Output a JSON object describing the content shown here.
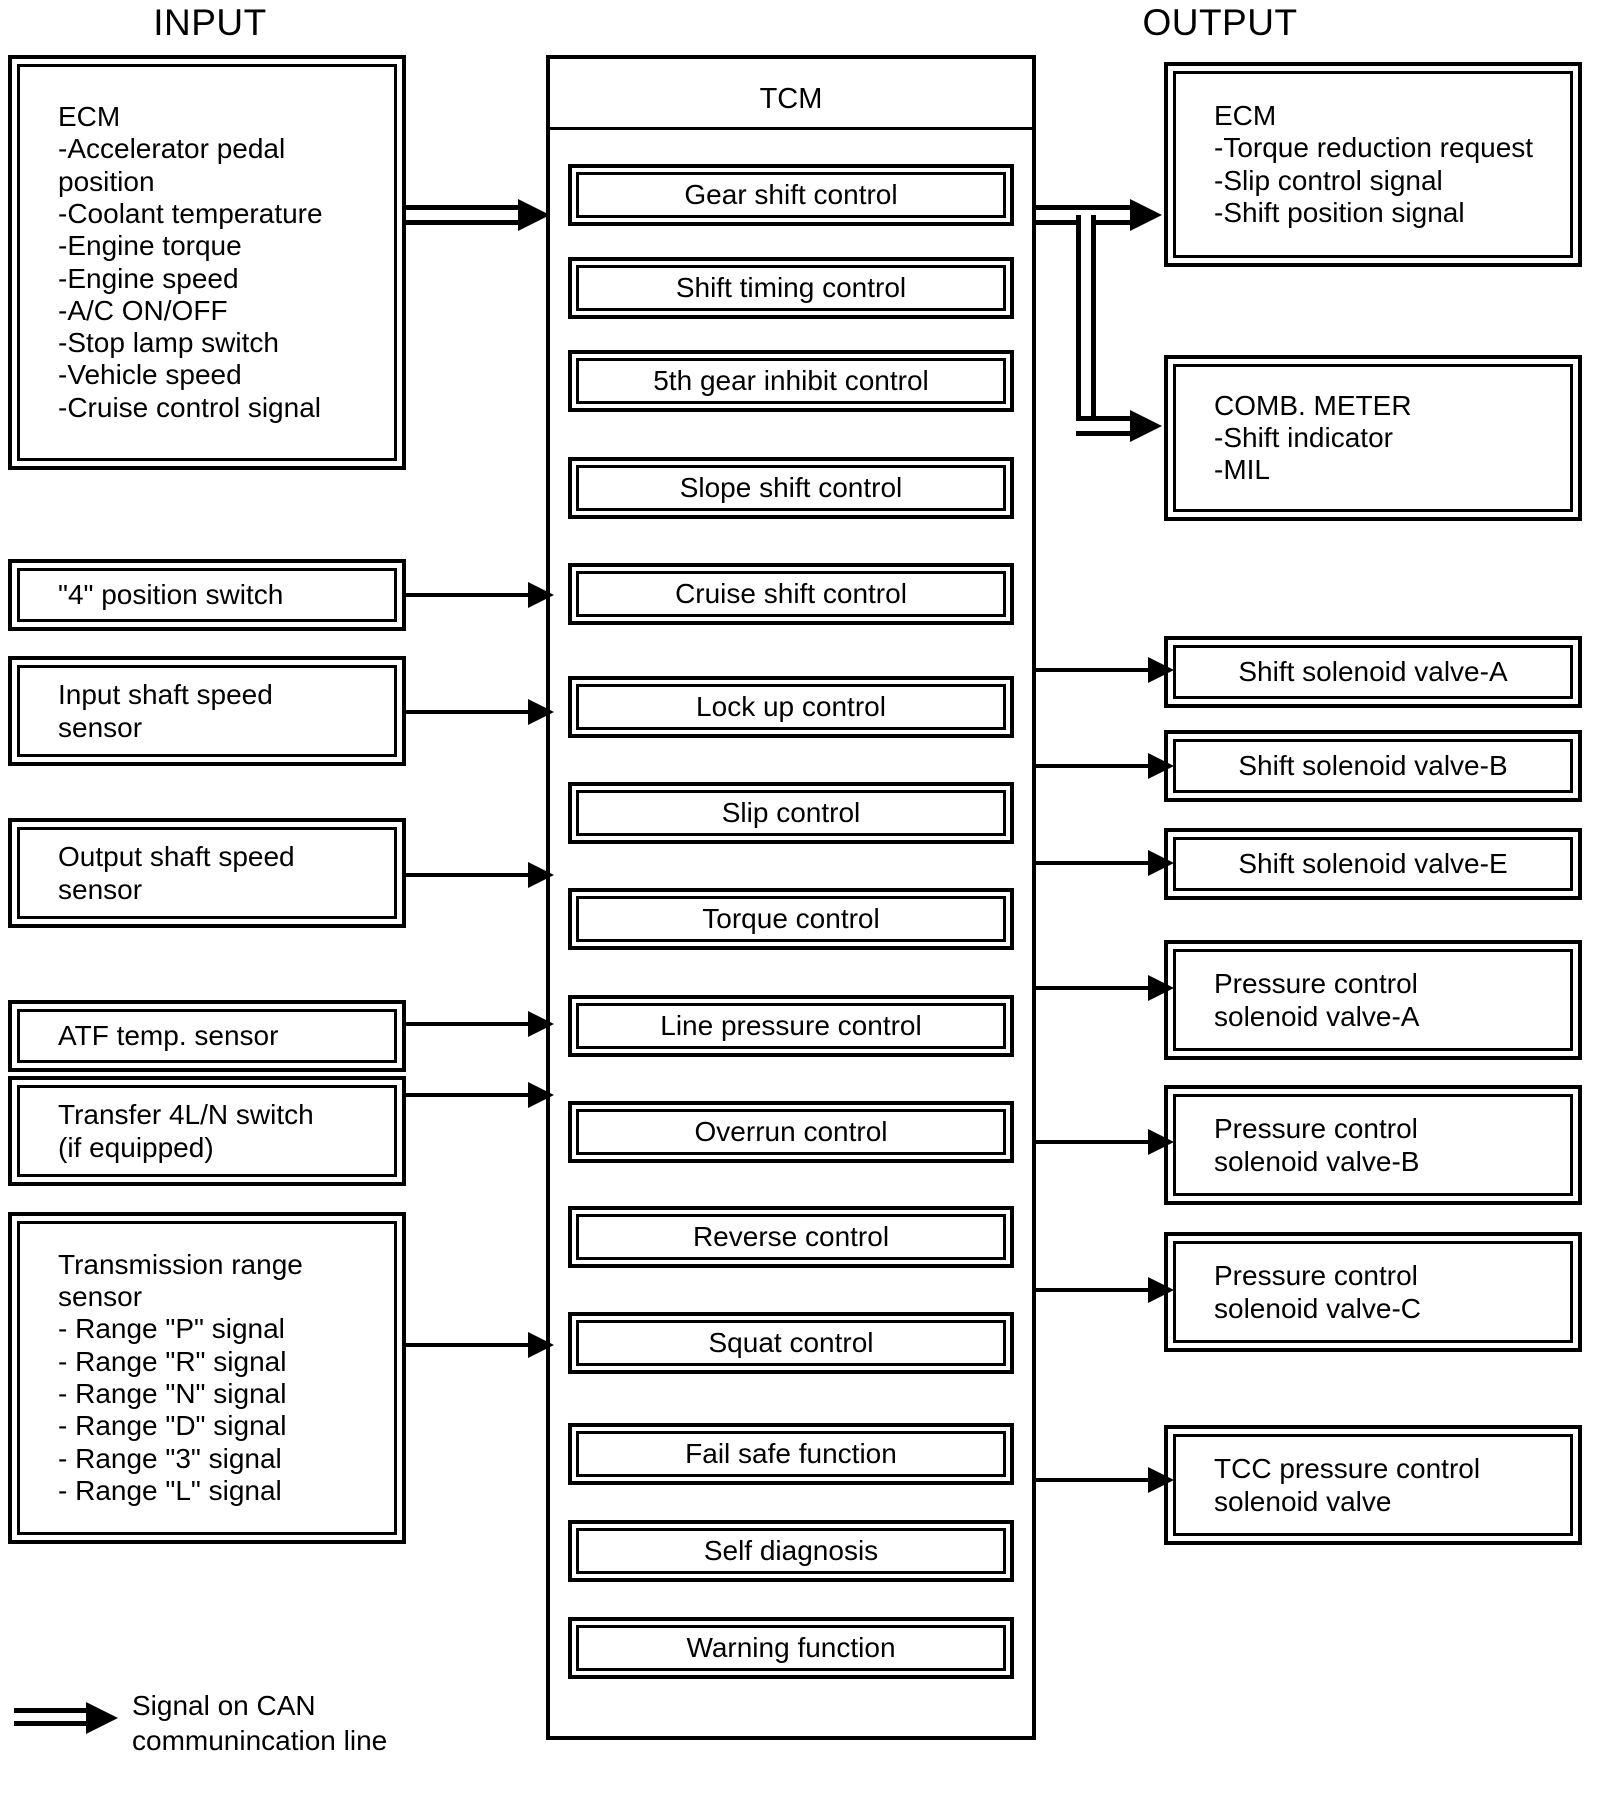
{
  "headings": {
    "input": "INPUT",
    "output": "OUTPUT"
  },
  "input_boxes": [
    {
      "name": "ecm-input",
      "text": "ECM\n-Accelerator pedal\n position\n-Coolant temperature\n-Engine torque\n-Engine speed\n-A/C ON/OFF\n-Stop lamp switch\n-Vehicle speed\n-Cruise control signal",
      "align": "left"
    },
    {
      "name": "position-switch-4",
      "text": "\"4\" position switch",
      "align": "left"
    },
    {
      "name": "input-shaft-speed-sensor",
      "text": "Input shaft speed\nsensor",
      "align": "left"
    },
    {
      "name": "output-shaft-speed-sensor",
      "text": "Output shaft speed\nsensor",
      "align": "left"
    },
    {
      "name": "atf-temp-sensor",
      "text": "ATF temp. sensor",
      "align": "left"
    },
    {
      "name": "transfer-4ln-switch",
      "text": "Transfer 4L/N switch\n(if equipped)",
      "align": "left"
    },
    {
      "name": "transmission-range-sensor",
      "text": "Transmission range\nsensor\n - Range \"P\" signal\n - Range \"R\" signal\n - Range \"N\" signal\n - Range \"D\" signal\n - Range \"3\" signal\n - Range \"L\" signal",
      "align": "left"
    }
  ],
  "tcm": {
    "title": "TCM",
    "functions": [
      "Gear shift control",
      "Shift timing control",
      "5th gear inhibit control",
      "Slope shift control",
      "Cruise shift control",
      "Lock up control",
      "Slip control",
      "Torque control",
      "Line pressure control",
      "Overrun control",
      "Reverse control",
      "Squat control",
      "Fail safe function",
      "Self diagnosis",
      "Warning function"
    ]
  },
  "output_boxes": [
    {
      "name": "ecm-output",
      "text": "ECM\n-Torque reduction request\n-Slip control signal\n-Shift position signal",
      "align": "left"
    },
    {
      "name": "comb-meter",
      "text": "COMB. METER\n-Shift indicator\n-MIL",
      "align": "left"
    },
    {
      "name": "shift-solenoid-valve-a",
      "text": "Shift solenoid valve-A",
      "align": "center"
    },
    {
      "name": "shift-solenoid-valve-b",
      "text": "Shift solenoid valve-B",
      "align": "center"
    },
    {
      "name": "shift-solenoid-valve-e",
      "text": "Shift solenoid valve-E",
      "align": "center"
    },
    {
      "name": "pressure-control-solenoid-valve-a",
      "text": "Pressure control\nsolenoid valve-A",
      "align": "left"
    },
    {
      "name": "pressure-control-solenoid-valve-b",
      "text": "Pressure control\nsolenoid valve-B",
      "align": "left"
    },
    {
      "name": "pressure-control-solenoid-valve-c",
      "text": "Pressure control\nsolenoid valve-C",
      "align": "left"
    },
    {
      "name": "tcc-pressure-control-solenoid-valve",
      "text": "TCC pressure control\nsolenoid valve",
      "align": "left"
    }
  ],
  "legend": {
    "text": "Signal on CAN\ncommunincation line"
  },
  "colors": {
    "line": "#000000",
    "background": "#ffffff"
  }
}
